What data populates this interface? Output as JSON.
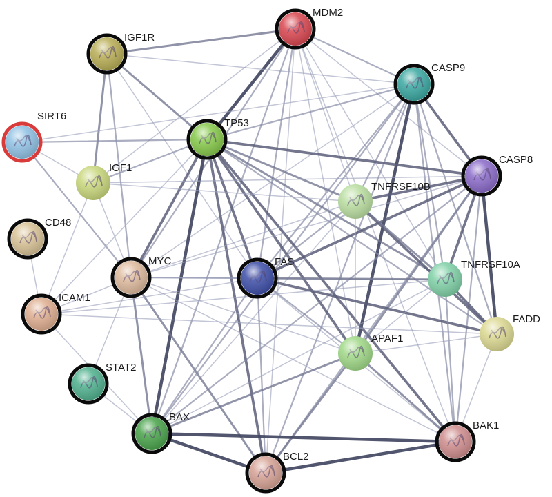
{
  "network": {
    "query_protein": "SIRT6",
    "query_ring_color": "#d93b3b",
    "nodes": [
      {
        "id": "MDM2",
        "label": "MDM2",
        "color": "#d9454f",
        "has_structure": true
      },
      {
        "id": "IGF1R",
        "label": "IGF1R",
        "color": "#b8ad55",
        "has_structure": true
      },
      {
        "id": "CASP9",
        "label": "CASP9",
        "color": "#39a7a0",
        "has_structure": true
      },
      {
        "id": "SIRT6",
        "label": "SIRT6",
        "color": "#8fc1e4",
        "has_structure": true
      },
      {
        "id": "TP53",
        "label": "TP53",
        "color": "#86c94a",
        "has_structure": true
      },
      {
        "id": "CASP8",
        "label": "CASP8",
        "color": "#8a6ac9",
        "has_structure": true
      },
      {
        "id": "IGF1",
        "label": "IGF1",
        "color": "#c8d67a",
        "has_structure": true
      },
      {
        "id": "TNFRSF10B",
        "label": "TNFRSF10B",
        "color": "#b9dea0",
        "has_structure": true
      },
      {
        "id": "CD48",
        "label": "CD48",
        "color": "#d8c296",
        "has_structure": true
      },
      {
        "id": "MYC",
        "label": "MYC",
        "color": "#ddb99c",
        "has_structure": true
      },
      {
        "id": "FAS",
        "label": "FAS",
        "color": "#3d4ea8",
        "has_structure": true
      },
      {
        "id": "TNFRSF10A",
        "label": "TNFRSF10A",
        "color": "#7fd0a6",
        "has_structure": true
      },
      {
        "id": "ICAM1",
        "label": "ICAM1",
        "color": "#dfae90",
        "has_structure": true
      },
      {
        "id": "FADD",
        "label": "FADD",
        "color": "#dcd891",
        "has_structure": true
      },
      {
        "id": "APAF1",
        "label": "APAF1",
        "color": "#9fd886",
        "has_structure": true
      },
      {
        "id": "STAT2",
        "label": "STAT2",
        "color": "#4fb08e",
        "has_structure": true
      },
      {
        "id": "BAX",
        "label": "BAX",
        "color": "#48a34a",
        "has_structure": true
      },
      {
        "id": "BCL2",
        "label": "BCL2",
        "color": "#d6a294",
        "has_structure": true
      },
      {
        "id": "BAK1",
        "label": "BAK1",
        "color": "#cf8c8c",
        "has_structure": true
      }
    ],
    "edges": [
      [
        "MDM2",
        "TP53",
        6
      ],
      [
        "MDM2",
        "IGF1R",
        4
      ],
      [
        "MDM2",
        "CASP9",
        3
      ],
      [
        "MDM2",
        "CASP8",
        2
      ],
      [
        "MDM2",
        "FAS",
        3
      ],
      [
        "MDM2",
        "BAX",
        3
      ],
      [
        "MDM2",
        "BCL2",
        2
      ],
      [
        "MDM2",
        "APAF1",
        2
      ],
      [
        "MDM2",
        "MYC",
        3
      ],
      [
        "MDM2",
        "TNFRSF10B",
        2
      ],
      [
        "MDM2",
        "IGF1",
        2
      ],
      [
        "MDM2",
        "BAK1",
        2
      ],
      [
        "MDM2",
        "TNFRSF10A",
        2
      ],
      [
        "IGF1R",
        "IGF1",
        4
      ],
      [
        "IGF1R",
        "TP53",
        4
      ],
      [
        "IGF1R",
        "MYC",
        3
      ],
      [
        "IGF1R",
        "CASP9",
        2
      ],
      [
        "IGF1R",
        "FAS",
        2
      ],
      [
        "CASP9",
        "TP53",
        3
      ],
      [
        "CASP9",
        "APAF1",
        6
      ],
      [
        "CASP9",
        "CASP8",
        5
      ],
      [
        "CASP9",
        "BAX",
        3
      ],
      [
        "CASP9",
        "BCL2",
        3
      ],
      [
        "CASP9",
        "FAS",
        3
      ],
      [
        "CASP9",
        "TNFRSF10B",
        3
      ],
      [
        "CASP9",
        "TNFRSF10A",
        3
      ],
      [
        "CASP9",
        "FADD",
        3
      ],
      [
        "CASP9",
        "BAK1",
        3
      ],
      [
        "CASP9",
        "MYC",
        2
      ],
      [
        "SIRT6",
        "TP53",
        3
      ],
      [
        "SIRT6",
        "MYC",
        3
      ],
      [
        "SIRT6",
        "IGF1",
        2
      ],
      [
        "SIRT6",
        "CASP9",
        2
      ],
      [
        "TP53",
        "CASP8",
        5
      ],
      [
        "TP53",
        "IGF1",
        3
      ],
      [
        "TP53",
        "MYC",
        5
      ],
      [
        "TP53",
        "FAS",
        5
      ],
      [
        "TP53",
        "TNFRSF10B",
        4
      ],
      [
        "TP53",
        "TNFRSF10A",
        4
      ],
      [
        "TP53",
        "APAF1",
        5
      ],
      [
        "TP53",
        "BAX",
        6
      ],
      [
        "TP53",
        "BCL2",
        5
      ],
      [
        "TP53",
        "BAK1",
        5
      ],
      [
        "TP53",
        "FADD",
        3
      ],
      [
        "TP53",
        "ICAM1",
        2
      ],
      [
        "CASP8",
        "TNFRSF10B",
        5
      ],
      [
        "CASP8",
        "TNFRSF10A",
        5
      ],
      [
        "CASP8",
        "FADD",
        6
      ],
      [
        "CASP8",
        "FAS",
        5
      ],
      [
        "CASP8",
        "APAF1",
        4
      ],
      [
        "CASP8",
        "BAX",
        3
      ],
      [
        "CASP8",
        "BCL2",
        3
      ],
      [
        "CASP8",
        "BAK1",
        3
      ],
      [
        "CASP8",
        "MYC",
        2
      ],
      [
        "CASP8",
        "IGF1",
        2
      ],
      [
        "IGF1",
        "MYC",
        2
      ],
      [
        "IGF1",
        "ICAM1",
        2
      ],
      [
        "IGF1",
        "TNFRSF10B",
        2
      ],
      [
        "TNFRSF10B",
        "FADD",
        5
      ],
      [
        "TNFRSF10B",
        "TNFRSF10A",
        4
      ],
      [
        "TNFRSF10B",
        "FAS",
        3
      ],
      [
        "TNFRSF10B",
        "APAF1",
        2
      ],
      [
        "TNFRSF10B",
        "MYC",
        2
      ],
      [
        "TNFRSF10B",
        "BAX",
        2
      ],
      [
        "CD48",
        "ICAM1",
        2
      ],
      [
        "MYC",
        "FAS",
        3
      ],
      [
        "MYC",
        "BAX",
        4
      ],
      [
        "MYC",
        "BCL2",
        4
      ],
      [
        "MYC",
        "ICAM1",
        2
      ],
      [
        "MYC",
        "STAT2",
        2
      ],
      [
        "MYC",
        "APAF1",
        2
      ],
      [
        "MYC",
        "TNFRSF10A",
        2
      ],
      [
        "MYC",
        "BAK1",
        2
      ],
      [
        "FAS",
        "FADD",
        5
      ],
      [
        "FAS",
        "TNFRSF10A",
        4
      ],
      [
        "FAS",
        "BAX",
        3
      ],
      [
        "FAS",
        "BCL2",
        3
      ],
      [
        "FAS",
        "ICAM1",
        2
      ],
      [
        "FAS",
        "APAF1",
        3
      ],
      [
        "FAS",
        "BAK1",
        2
      ],
      [
        "TNFRSF10A",
        "FADD",
        5
      ],
      [
        "TNFRSF10A",
        "APAF1",
        2
      ],
      [
        "TNFRSF10A",
        "BAK1",
        3
      ],
      [
        "TNFRSF10A",
        "BAX",
        2
      ],
      [
        "ICAM1",
        "FADD",
        2
      ],
      [
        "ICAM1",
        "BAX",
        2
      ],
      [
        "ICAM1",
        "TNFRSF10A",
        2
      ],
      [
        "FADD",
        "APAF1",
        2
      ],
      [
        "FADD",
        "BAK1",
        2
      ],
      [
        "APAF1",
        "BAX",
        4
      ],
      [
        "APAF1",
        "BCL2",
        4
      ],
      [
        "APAF1",
        "BAK1",
        4
      ],
      [
        "STAT2",
        "BAX",
        2
      ],
      [
        "BAX",
        "BCL2",
        6
      ],
      [
        "BAX",
        "BAK1",
        6
      ],
      [
        "BCL2",
        "BAK1",
        6
      ]
    ]
  }
}
